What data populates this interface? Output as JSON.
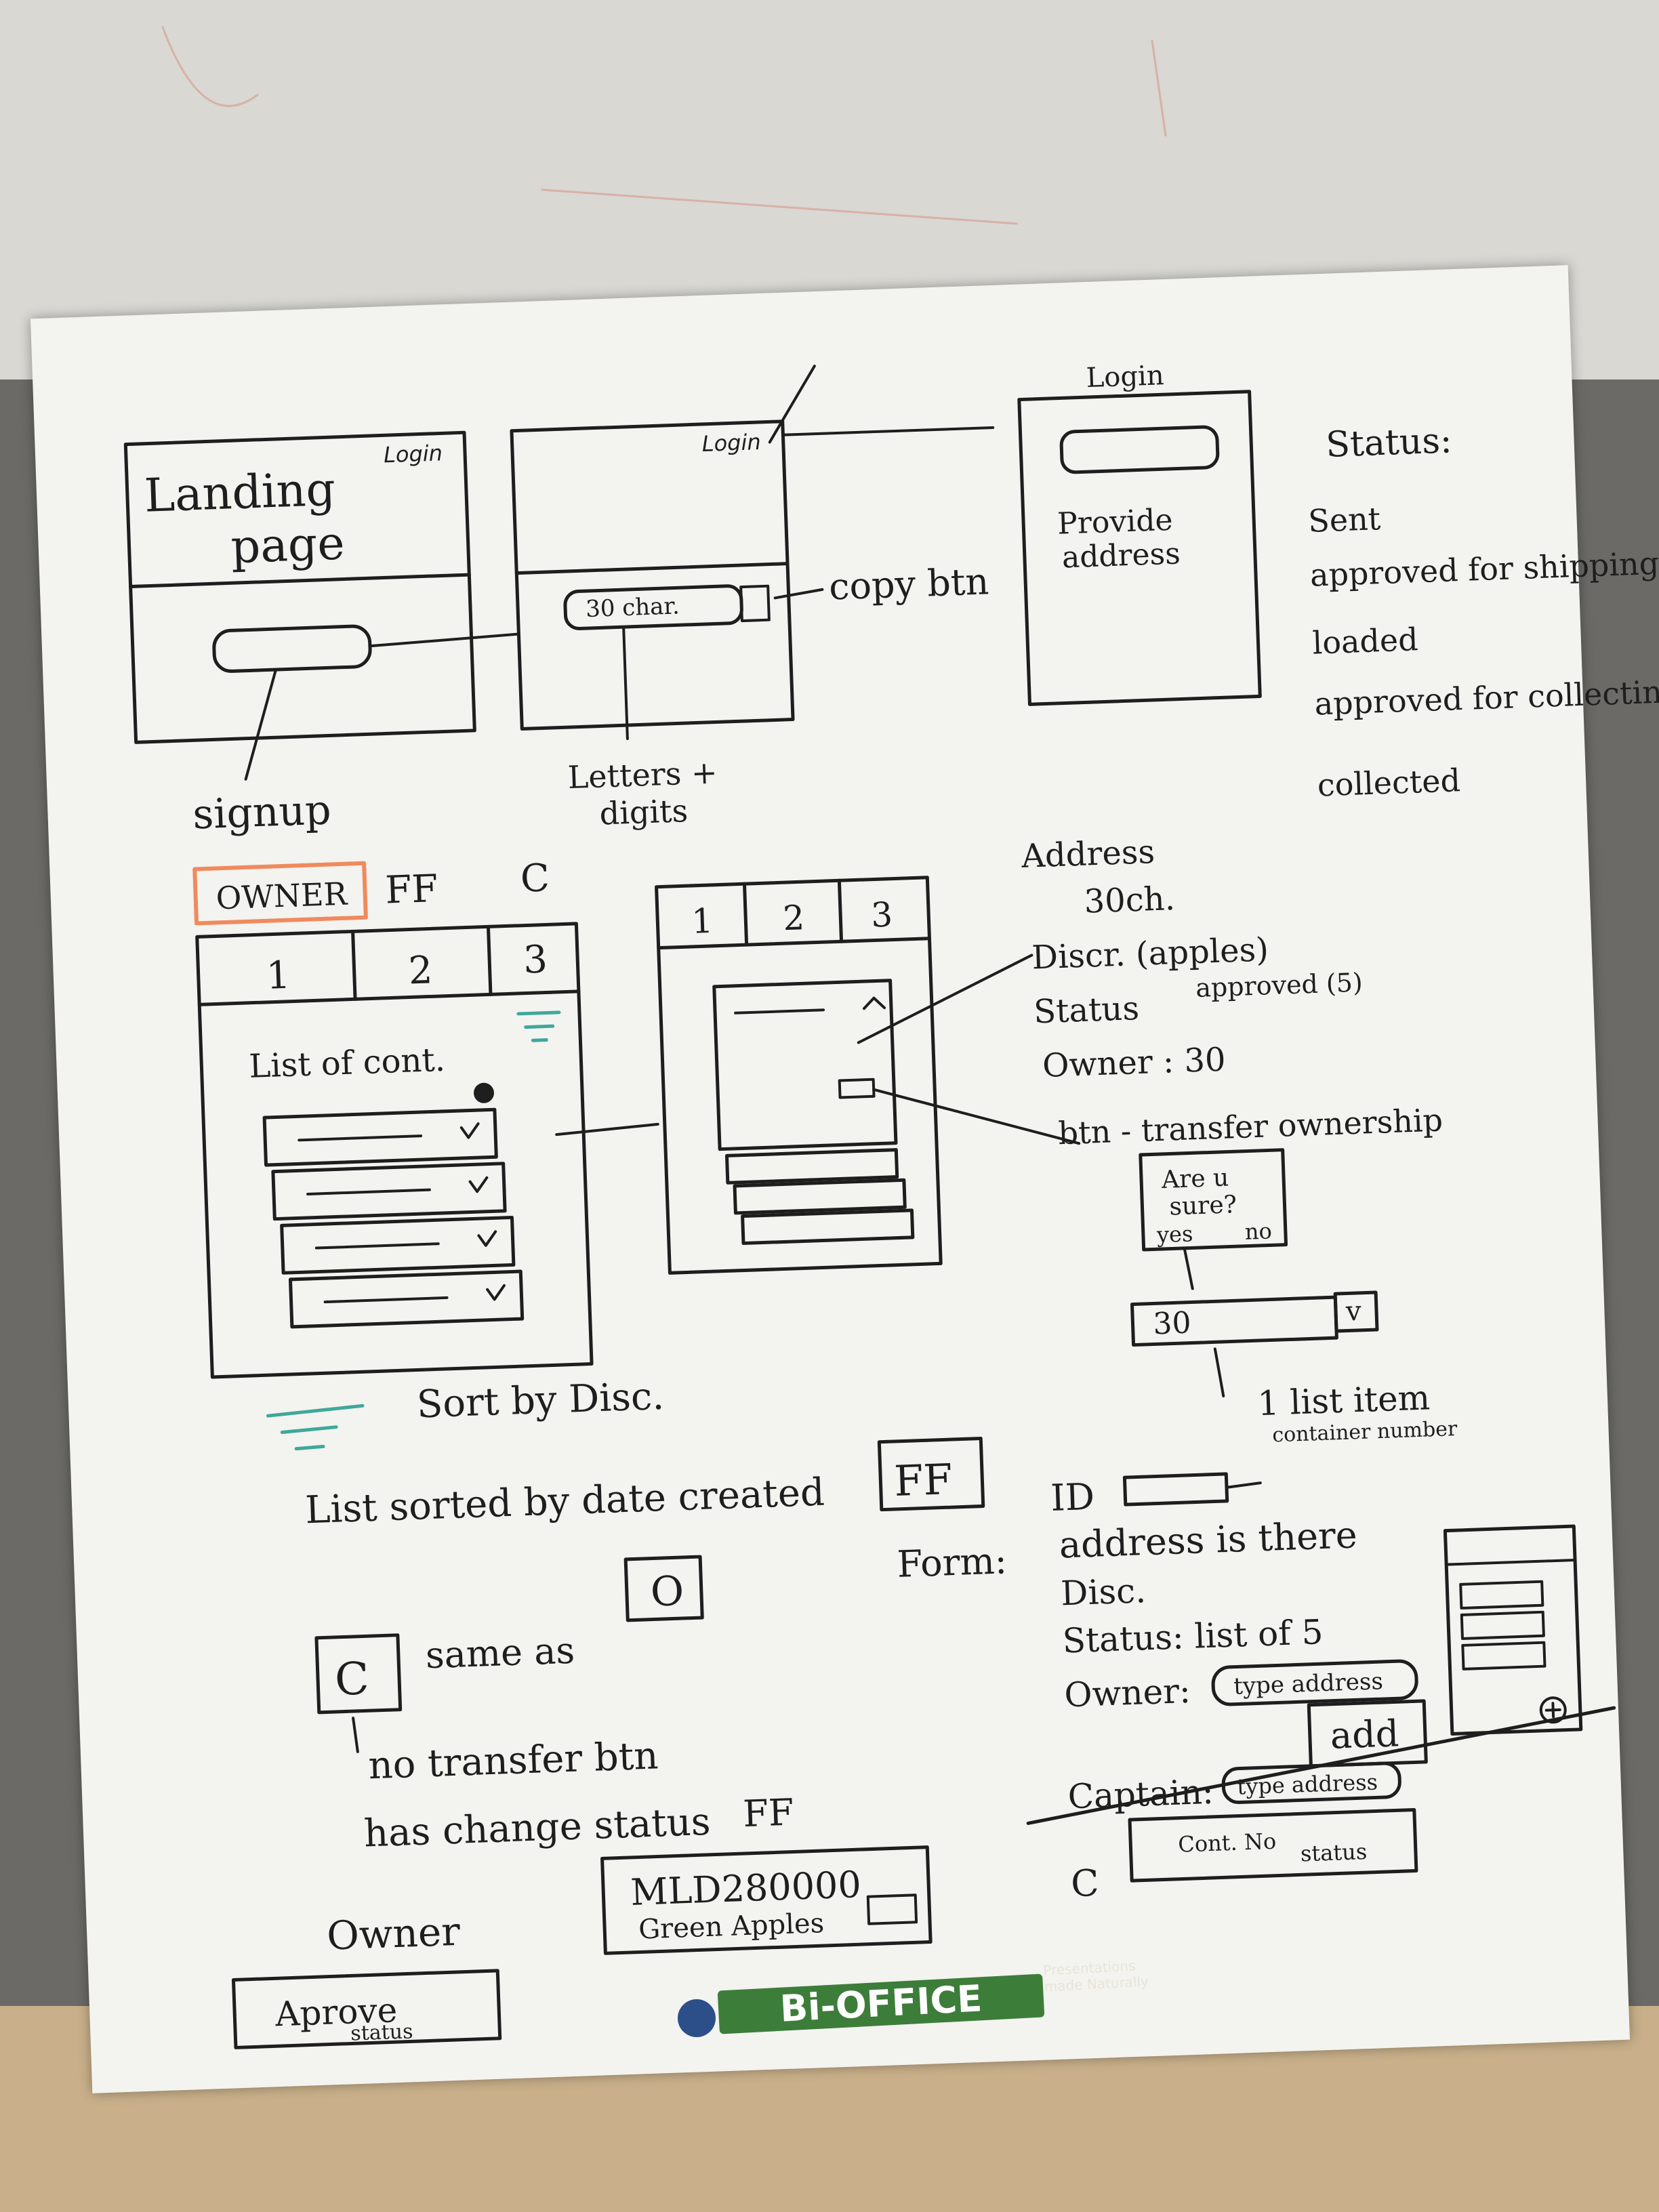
{
  "landing": {
    "title_1": "Landing",
    "title_2": "page",
    "login": "Login",
    "signup": "signup"
  },
  "code_screen": {
    "login": "Login",
    "field": "30 char.",
    "copy": "copy btn",
    "letters_1": "Letters +",
    "letters_2": "digits"
  },
  "login_screen": {
    "title": "Login",
    "provide_1": "Provide",
    "provide_2": "address"
  },
  "statuses": {
    "title": "Status:",
    "items": [
      "Sent",
      "approved for shipping",
      "loaded",
      "approved for collecting",
      "collected"
    ]
  },
  "roles": {
    "owner": "OWNER",
    "ff": "FF",
    "c": "C"
  },
  "tabs": [
    "1",
    "2",
    "3"
  ],
  "list": {
    "label": "List of cont."
  },
  "detail_notes": {
    "address": "Address",
    "chars": "30ch.",
    "disc": "Discr. (apples)",
    "status": "Status",
    "status_value": "approved (5)",
    "owner": "Owner : 30",
    "btn": "btn - transfer ownership",
    "dialog_1": "Are u",
    "dialog_2": "sure?",
    "yes": "yes",
    "no": "no",
    "field": "30",
    "check": "v"
  },
  "sort": {
    "disc": "Sort by Disc.",
    "date": "List sorted by date created"
  },
  "ff_form": {
    "box": "FF",
    "form": "Form:",
    "id": "ID",
    "list_item": "1 list item",
    "container_number": "container number",
    "address": "address is there",
    "disc": "Disc.",
    "status": "Status: list of 5",
    "owner": "Owner:",
    "type_address": "type address",
    "add": "add"
  },
  "c_notes": {
    "box": "C",
    "same_as": "same as",
    "o_box": "O",
    "no_transfer": "no transfer btn",
    "change_status": "has change status"
  },
  "bottom": {
    "owner": "Owner",
    "owner_btn_1": "Aprove",
    "owner_btn_2": "status",
    "ff": "FF",
    "ff_code": "MLD280000",
    "ff_desc": "Green Apples",
    "captain": "Captain:",
    "type_address": "type address",
    "c": "C",
    "cont_no": "Cont. No",
    "cont_status": "status"
  },
  "brand": {
    "name": "Bi-OFFICE",
    "tag_1": "Presentations",
    "tag_2": "made Naturally"
  }
}
